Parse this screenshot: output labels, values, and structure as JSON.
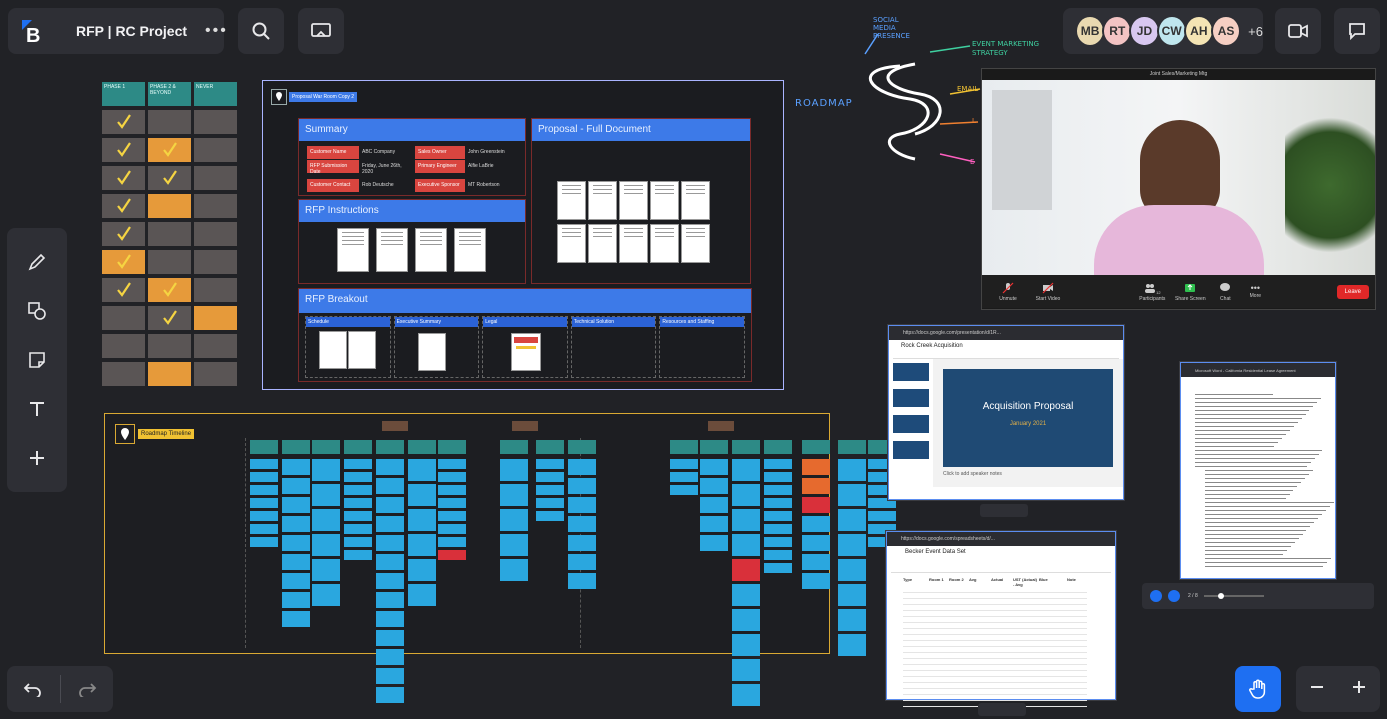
{
  "header": {
    "project_title": "RFP | RC Project",
    "more_label": "•••"
  },
  "participants": {
    "avatars": [
      {
        "initials": "MB",
        "color": "#e9d9b0"
      },
      {
        "initials": "RT",
        "color": "#f3c3c3"
      },
      {
        "initials": "JD",
        "color": "#d8c7f0"
      },
      {
        "initials": "CW",
        "color": "#bfe6ee"
      },
      {
        "initials": "AH",
        "color": "#f4e4b4"
      },
      {
        "initials": "AS",
        "color": "#f6cfc3"
      }
    ],
    "more_count": "+6"
  },
  "phase_grid": {
    "headers": [
      "PHASE 1",
      "PHASE 2 & BEYOND",
      "NEVER"
    ]
  },
  "war_room": {
    "title": "Proposal War Room Copy 2",
    "summary_title": "Summary",
    "summary_rows": [
      {
        "k1": "Customer Name",
        "v1": "ABC Company",
        "k2": "Sales Owner",
        "v2": "John Greenstein"
      },
      {
        "k1": "RFP Submission Date",
        "v1": "Friday, June 26th, 2020",
        "k2": "Primary Engineer",
        "v2": "Alfie LaBrie"
      },
      {
        "k1": "Customer Contact",
        "v1": "Rob Deutsche",
        "k2": "Executive Sponsor",
        "v2": "MT Robertson"
      }
    ],
    "instructions_title": "RFP Instructions",
    "full_doc_title": "Proposal - Full Document",
    "breakout_title": "RFP Breakout",
    "breakout_cols": [
      "Schedule",
      "Executive Summary",
      "Legal",
      "Technical Solution",
      "Resources and Staffing"
    ]
  },
  "roadmap": {
    "title": "Roadmap Timeline",
    "handwritten": "ROADMAP",
    "annotations": [
      "SOCIAL MEDIA PRESENCE",
      "EVENT MARKETING STRATEGY",
      "EMAIL",
      "L",
      "E"
    ]
  },
  "video_call": {
    "title": "Joint Sales/Marketing Mtg",
    "controls": [
      "Unmute",
      "Start Video",
      "Participants",
      "Share Screen",
      "Chat",
      "More"
    ],
    "participants_count": "12",
    "leave_label": "Leave"
  },
  "slides_window": {
    "url": "https://docs.google.com/presentation/d/1R...",
    "doc_title": "Rock Creek Acquisition",
    "slide_title": "Acquisition Proposal",
    "slide_date": "January 2021",
    "notes": "Click to add speaker notes"
  },
  "sheets_window": {
    "url": "https://docs.google.com/spreadsheets/d/...",
    "doc_title": "Becker Event Data Set",
    "columns": [
      "Type",
      "Room 1",
      "Room 2",
      "Avg",
      "Actual",
      "UST (Actual) - Avg",
      "Blue",
      "Note"
    ]
  },
  "word_window": {
    "title": "Microsoft Word - California Residential Lease Agreement"
  },
  "word_player": {
    "page": "2 / 8"
  },
  "colors": {
    "accent": "#1e6ff2",
    "canvas": "#212226",
    "panel": "#2e2f35"
  }
}
